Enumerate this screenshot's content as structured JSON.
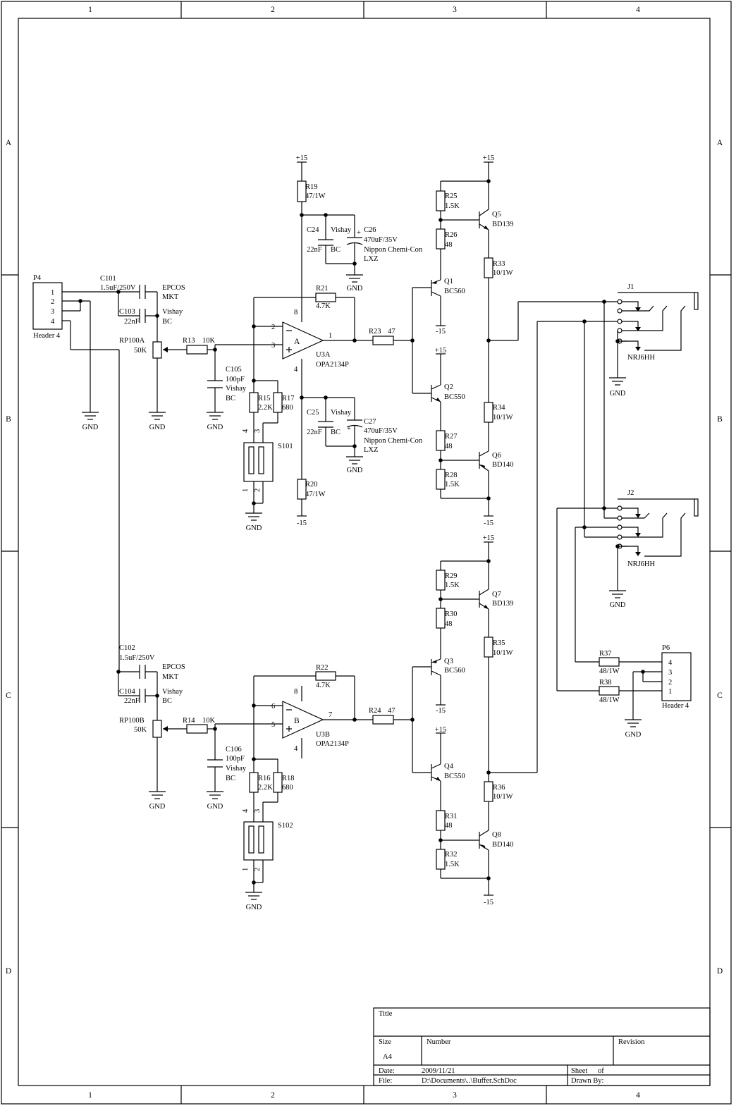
{
  "frame": {
    "columns": [
      "1",
      "2",
      "3",
      "4"
    ],
    "rows": [
      "A",
      "B",
      "C",
      "D"
    ]
  },
  "title_block": {
    "title_label": "Title",
    "size_label": "Size",
    "size_value": "A4",
    "number_label": "Number",
    "revision_label": "Revision",
    "date_label": "Date:",
    "date_value": "2009/11/21",
    "file_label": "File:",
    "file_value": "D:\\Documents\\..\\Buffer.SchDoc",
    "sheet_label": "Sheet",
    "of_label": "of",
    "drawn_by_label": "Drawn By:"
  },
  "nets": {
    "vpos": "+15",
    "vneg": "-15",
    "gnd": "GND"
  },
  "components": {
    "P4": {
      "ref": "P4",
      "value": "Header 4",
      "pins": [
        "1",
        "2",
        "3",
        "4"
      ]
    },
    "P6": {
      "ref": "P6",
      "value": "Header 4",
      "pins": [
        "4",
        "3",
        "2",
        "1"
      ]
    },
    "C101": {
      "ref": "C101",
      "value": "1.5uF/250V",
      "mfr": "EPCOS",
      "series": "MKT"
    },
    "C103": {
      "ref": "C103",
      "value": "22nF",
      "mfr": "Vishay",
      "series": "BC"
    },
    "C102": {
      "ref": "C102",
      "value": "1.5uF/250V",
      "mfr": "EPCOS",
      "series": "MKT"
    },
    "C104": {
      "ref": "C104",
      "value": "22nF",
      "mfr": "Vishay",
      "series": "BC"
    },
    "RP100A": {
      "ref": "RP100A",
      "value": "50K"
    },
    "RP100B": {
      "ref": "RP100B",
      "value": "50K"
    },
    "R13": {
      "ref": "R13",
      "value": "10K"
    },
    "R14": {
      "ref": "R14",
      "value": "10K"
    },
    "C105": {
      "ref": "C105",
      "value": "100pF",
      "mfr": "Vishay",
      "series": "BC"
    },
    "C106": {
      "ref": "C106",
      "value": "100pF",
      "mfr": "Vishay",
      "series": "BC"
    },
    "R15": {
      "ref": "R15",
      "value": "2.2K"
    },
    "R16": {
      "ref": "R16",
      "value": "2.2K"
    },
    "R17": {
      "ref": "R17",
      "value": "680"
    },
    "R18": {
      "ref": "R18",
      "value": "680"
    },
    "S101": {
      "ref": "S101"
    },
    "S102": {
      "ref": "S102"
    },
    "R19": {
      "ref": "R19",
      "value": "47/1W"
    },
    "R20": {
      "ref": "R20",
      "value": "47/1W"
    },
    "C24": {
      "ref": "C24",
      "value": "22nF",
      "mfr": "Vishay",
      "series": "BC"
    },
    "C25": {
      "ref": "C25",
      "value": "22nF",
      "mfr": "Vishay",
      "series": "BC"
    },
    "C26": {
      "ref": "C26",
      "value": "470uF/35V",
      "mfr": "Nippon Chemi-Con",
      "series": "LXZ"
    },
    "C27": {
      "ref": "C27",
      "value": "470uF/35V",
      "mfr": "Nippon Chemi-Con",
      "series": "LXZ"
    },
    "R21": {
      "ref": "R21",
      "value": "4.7K"
    },
    "R22": {
      "ref": "R22",
      "value": "4.7K"
    },
    "U3A": {
      "ref": "U3A",
      "value": "OPA2134P",
      "unit": "A",
      "pins": {
        "inv": "2",
        "noninv": "3",
        "out": "1",
        "vp": "8",
        "vn": "4"
      }
    },
    "U3B": {
      "ref": "U3B",
      "value": "OPA2134P",
      "unit": "B",
      "pins": {
        "inv": "6",
        "noninv": "5",
        "out": "7",
        "vp": "8",
        "vn": "4"
      }
    },
    "R23": {
      "ref": "R23",
      "value": "47"
    },
    "R24": {
      "ref": "R24",
      "value": "47"
    },
    "Q1": {
      "ref": "Q1",
      "value": "BC560"
    },
    "Q2": {
      "ref": "Q2",
      "value": "BC550"
    },
    "Q3": {
      "ref": "Q3",
      "value": "BC560"
    },
    "Q4": {
      "ref": "Q4",
      "value": "BC550"
    },
    "Q5": {
      "ref": "Q5",
      "value": "BD139"
    },
    "Q6": {
      "ref": "Q6",
      "value": "BD140"
    },
    "Q7": {
      "ref": "Q7",
      "value": "BD139"
    },
    "Q8": {
      "ref": "Q8",
      "value": "BD140"
    },
    "R25": {
      "ref": "R25",
      "value": "1.5K"
    },
    "R26": {
      "ref": "R26",
      "value": "48"
    },
    "R27": {
      "ref": "R27",
      "value": "48"
    },
    "R28": {
      "ref": "R28",
      "value": "1.5K"
    },
    "R29": {
      "ref": "R29",
      "value": "1.5K"
    },
    "R30": {
      "ref": "R30",
      "value": "48"
    },
    "R31": {
      "ref": "R31",
      "value": "48"
    },
    "R32": {
      "ref": "R32",
      "value": "1.5K"
    },
    "R33": {
      "ref": "R33",
      "value": "10/1W"
    },
    "R34": {
      "ref": "R34",
      "value": "10/1W"
    },
    "R35": {
      "ref": "R35",
      "value": "10/1W"
    },
    "R36": {
      "ref": "R36",
      "value": "10/1W"
    },
    "R37": {
      "ref": "R37",
      "value": "48/1W"
    },
    "R38": {
      "ref": "R38",
      "value": "48/1W"
    },
    "J1": {
      "ref": "J1",
      "value": "NRJ6HH"
    },
    "J2": {
      "ref": "J2",
      "value": "NRJ6HH"
    }
  }
}
